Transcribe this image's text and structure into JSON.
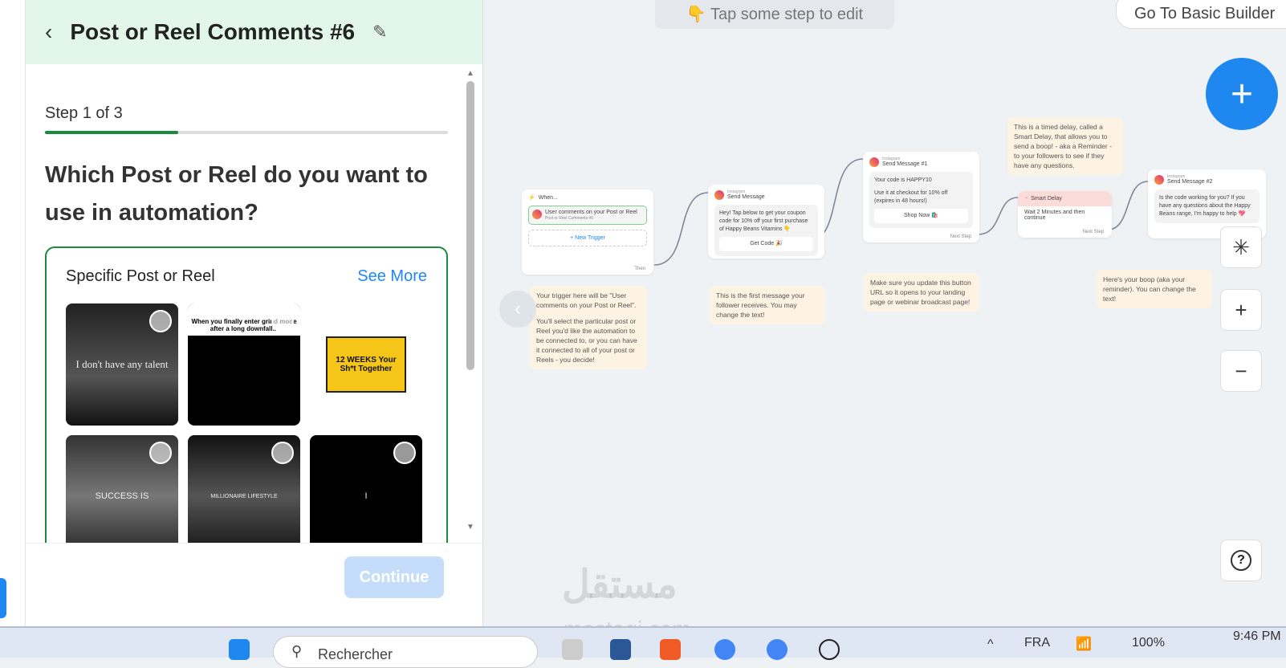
{
  "panel": {
    "title": "Post or Reel Comments #6",
    "step": "Step 1 of 3",
    "progress_percent": 33,
    "question": "Which Post or Reel do you want to use in automation?",
    "card_title": "Specific Post or Reel",
    "see_more": "See More",
    "thumbs": [
      "I don't have any talent",
      "When you finally enter grind mode after a long downfall...",
      "12 WEEKS Your Sh*t Together",
      "SUCCESS IS",
      "MILLIONAIRE LIFESTYLE",
      "I"
    ],
    "continue": "Continue"
  },
  "canvas": {
    "tap_hint": "👇 Tap some step to edit",
    "basic_builder": "Go To Basic Builder",
    "trigger": {
      "when": "When...",
      "trigger_title": "User comments on your Post or Reel",
      "trigger_sub": "Post or Reel Comments #6",
      "new_trigger": "+ New Trigger",
      "then": "Then"
    },
    "msg0": {
      "platform": "Instagram",
      "title": "Send Message",
      "text": "Hey! Tap below to get your coupon code for 10% off your first purchase of Happy Beans Vitamins 👇",
      "button": "Get Code 🎉"
    },
    "msg1": {
      "platform": "Instagram",
      "title": "Send Message #1",
      "text1": "Your code is HAPPY10",
      "text2": "Use it at checkout for 10% off (expires in 48 hours!)",
      "button": "Shop Now 🛍️",
      "next": "Next Step"
    },
    "delay": {
      "title": "Smart Delay",
      "text": "Wait 2 Minutes and then continue",
      "next": "Next Step"
    },
    "msg2": {
      "platform": "Instagram",
      "title": "Send Message #2",
      "text": "Is the code working for you? If you have any questions about the Happy Beans range, I'm happy to help 💖"
    },
    "notes": {
      "n1a": "Your trigger here will be \"User comments on your Post or Reel\".",
      "n1b": "You'll select the particular post or Reel you'd like the automation to be connected to, or you can have it connected to all of your post or Reels - you decide!",
      "n2": "This is the first message your follower receives. You may change the text!",
      "n3": "Make sure you update this button URL so it opens to your landing page or webinar broadcast page!",
      "n4": "This is a timed delay, called a Smart Delay, that allows you to send a boop! - aka a Reminder - to your followers to see if they have any questions.",
      "n5": "Here's your boop (aka your reminder). You can change the text!"
    },
    "watermark": "مستقل",
    "watermark2": "mostaqi.com"
  },
  "taskbar": {
    "search": "Rechercher",
    "lang": "FRA",
    "battery": "100%",
    "time": "9:46 PM"
  }
}
